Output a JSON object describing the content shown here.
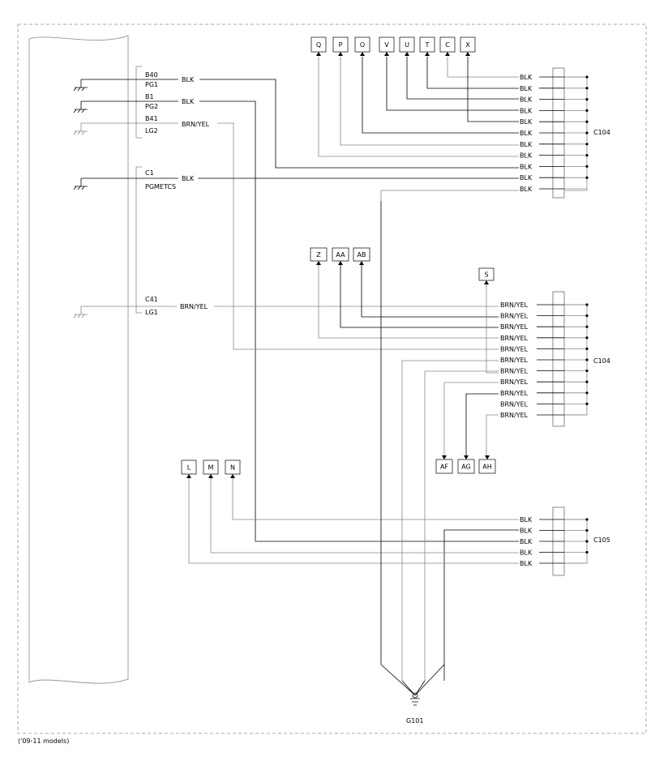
{
  "footer_note": "('09-11 models)",
  "ground_name": "G101",
  "ecm_pins": [
    {
      "id": "B40",
      "sub": "PG1"
    },
    {
      "id": "B1",
      "sub": "PG2"
    },
    {
      "id": "B41",
      "sub": "LG2"
    },
    {
      "id": "C1",
      "sub": "PGMETCS"
    },
    {
      "id": "C41",
      "sub": "LG1"
    }
  ],
  "ecm_wire_colors": [
    "BLK",
    "BLK",
    "BRN/YEL",
    "BLK",
    "BRN/YEL"
  ],
  "connectors": [
    {
      "name": "C104",
      "wire_labels": [
        "BLK",
        "BLK",
        "BLK",
        "BLK",
        "BLK",
        "BLK",
        "BLK",
        "BLK",
        "BLK",
        "BLK",
        "BLK"
      ]
    },
    {
      "name": "C104",
      "wire_labels": [
        "BRN/YEL",
        "BRN/YEL",
        "BRN/YEL",
        "BRN/YEL",
        "BRN/YEL",
        "BRN/YEL",
        "BRN/YEL",
        "BRN/YEL",
        "BRN/YEL",
        "BRN/YEL",
        "BRN/YEL"
      ]
    },
    {
      "name": "C105",
      "wire_labels": [
        "BLK",
        "BLK",
        "BLK",
        "BLK",
        "BLK"
      ]
    }
  ],
  "refs_top": [
    "Q",
    "P",
    "O",
    "V",
    "U",
    "T",
    "C",
    "X"
  ],
  "refs_mid": [
    "Z",
    "AA",
    "AB"
  ],
  "ref_s": "S",
  "refs_bottom": [
    "AF",
    "AG",
    "AH"
  ],
  "refs_low": [
    "L",
    "M",
    "N"
  ]
}
